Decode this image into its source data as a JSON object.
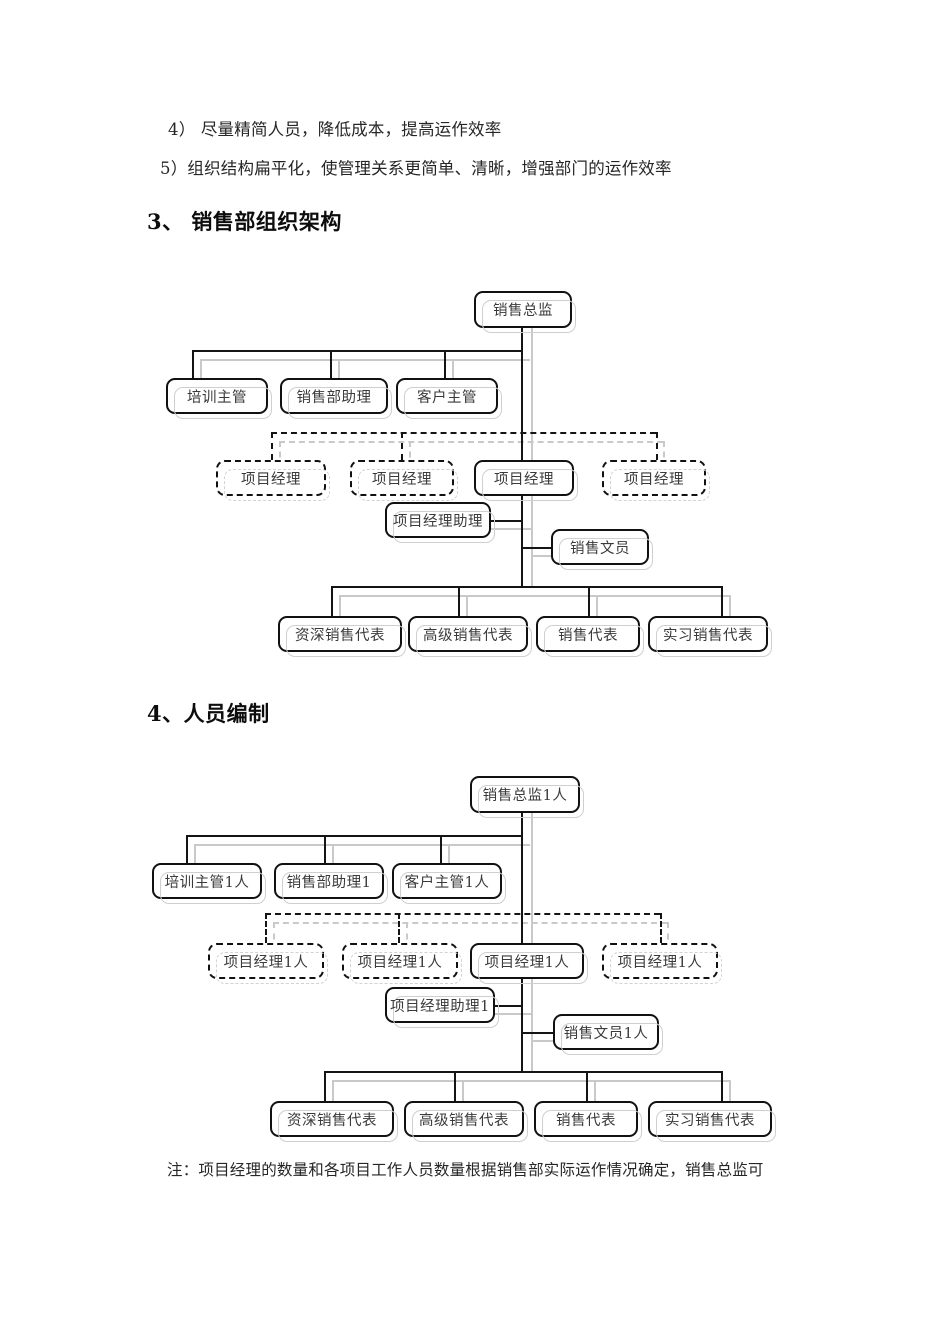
{
  "document": {
    "paragraphs": [
      "4） 尽量精简人员，降低成本，提高运作效率",
      "5）组织结构扁平化，使管理关系更简单、清晰，增强部门的运作效率"
    ],
    "headings": {
      "section3": "3、 销售部组织架构",
      "section4": "4、人员编制"
    },
    "footnote": "注：项目经理的数量和各项目工作人员数量根据销售部实际运作情况确定，销售总监可"
  },
  "chart_data": [
    {
      "type": "diagram",
      "id": "sales-org-structure",
      "title": "销售部组织架构",
      "nodes": {
        "director": "销售总监",
        "level2": [
          "培训主管",
          "销售部助理",
          "客户主管"
        ],
        "project_managers": [
          "项目经理",
          "项目经理",
          "项目经理",
          "项目经理"
        ],
        "pm_assistant": "项目经理助理",
        "sales_clerk": "销售文员",
        "reps": [
          "资深销售代表",
          "高级销售代表",
          "销售代表",
          "实习销售代表"
        ]
      },
      "dashed_nodes": [
        0,
        1,
        3
      ]
    },
    {
      "type": "diagram",
      "id": "sales-headcount",
      "title": "人员编制",
      "nodes": {
        "director": "销售总监1人",
        "level2": [
          "培训主管1人",
          "销售部助理1",
          "客户主管1人"
        ],
        "project_managers": [
          "项目经理1人",
          "项目经理1人",
          "项目经理1人",
          "项目经理1人"
        ],
        "pm_assistant": "项目经理助理1",
        "sales_clerk": "销售文员1人",
        "reps": [
          "资深销售代表",
          "高级销售代表",
          "销售代表",
          "实习销售代表"
        ]
      },
      "dashed_nodes": [
        0,
        1,
        3
      ]
    }
  ]
}
